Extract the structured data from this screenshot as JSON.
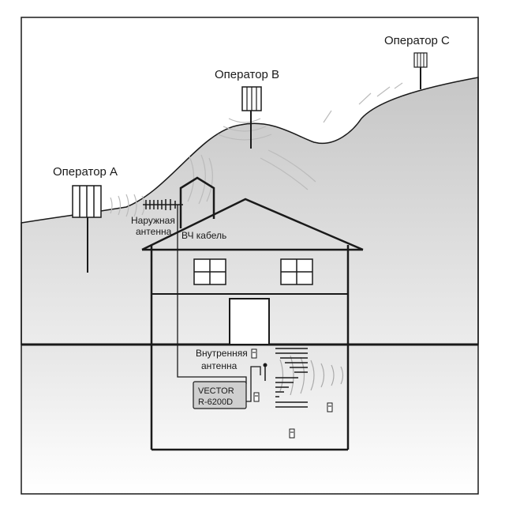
{
  "operators": {
    "a": "Оператор A",
    "b": "Оператор B",
    "c": "Оператор C"
  },
  "outdoor_antenna": {
    "line1": "Наружная",
    "line2": "антенна"
  },
  "rf_cable": "ВЧ кабель",
  "indoor_antenna": {
    "line1": "Внутренняя",
    "line2": "антенна"
  },
  "repeater": {
    "line1": "VECTOR",
    "line2": "R-6200D"
  },
  "colors": {
    "hill": "#d0d0d0",
    "underground": "#eeeeee",
    "line": "#1a1a1a",
    "signal": "#bbbbbb",
    "device": "#cfcfcf"
  }
}
